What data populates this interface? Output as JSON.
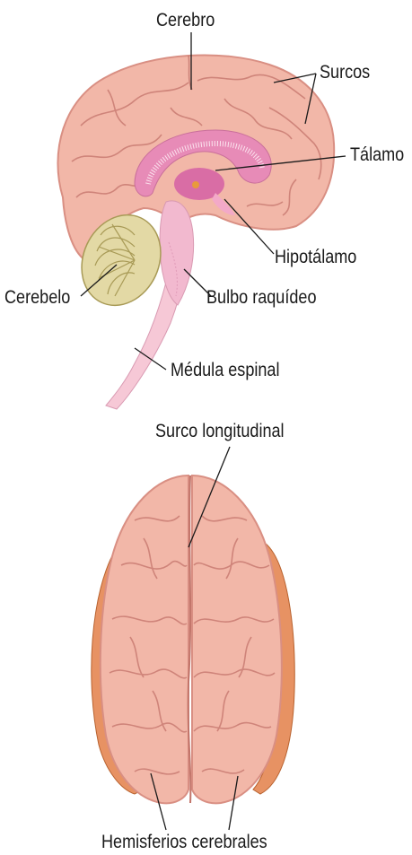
{
  "labels": {
    "cerebro": "Cerebro",
    "surcos": "Surcos",
    "talamo": "Tálamo",
    "hipotalamo": "Hipotálamo",
    "cerebelo": "Cerebelo",
    "bulbo": "Bulbo raquídeo",
    "medula": "Médula espinal",
    "surco_longitudinal": "Surco longitudinal",
    "hemisferios": "Hemisferios cerebrales"
  },
  "colors": {
    "brain_fill": "#f2b7a8",
    "brain_shadow": "#d98f83",
    "fold_line": "#c97c72",
    "inner_pink": "#e78bb7",
    "stem_pink": "#f6c8d6",
    "cerebellum": "#e3d9a5",
    "cerebellum_line": "#a89a56",
    "side_orange": "#e79263",
    "line": "#1a1a1a"
  }
}
